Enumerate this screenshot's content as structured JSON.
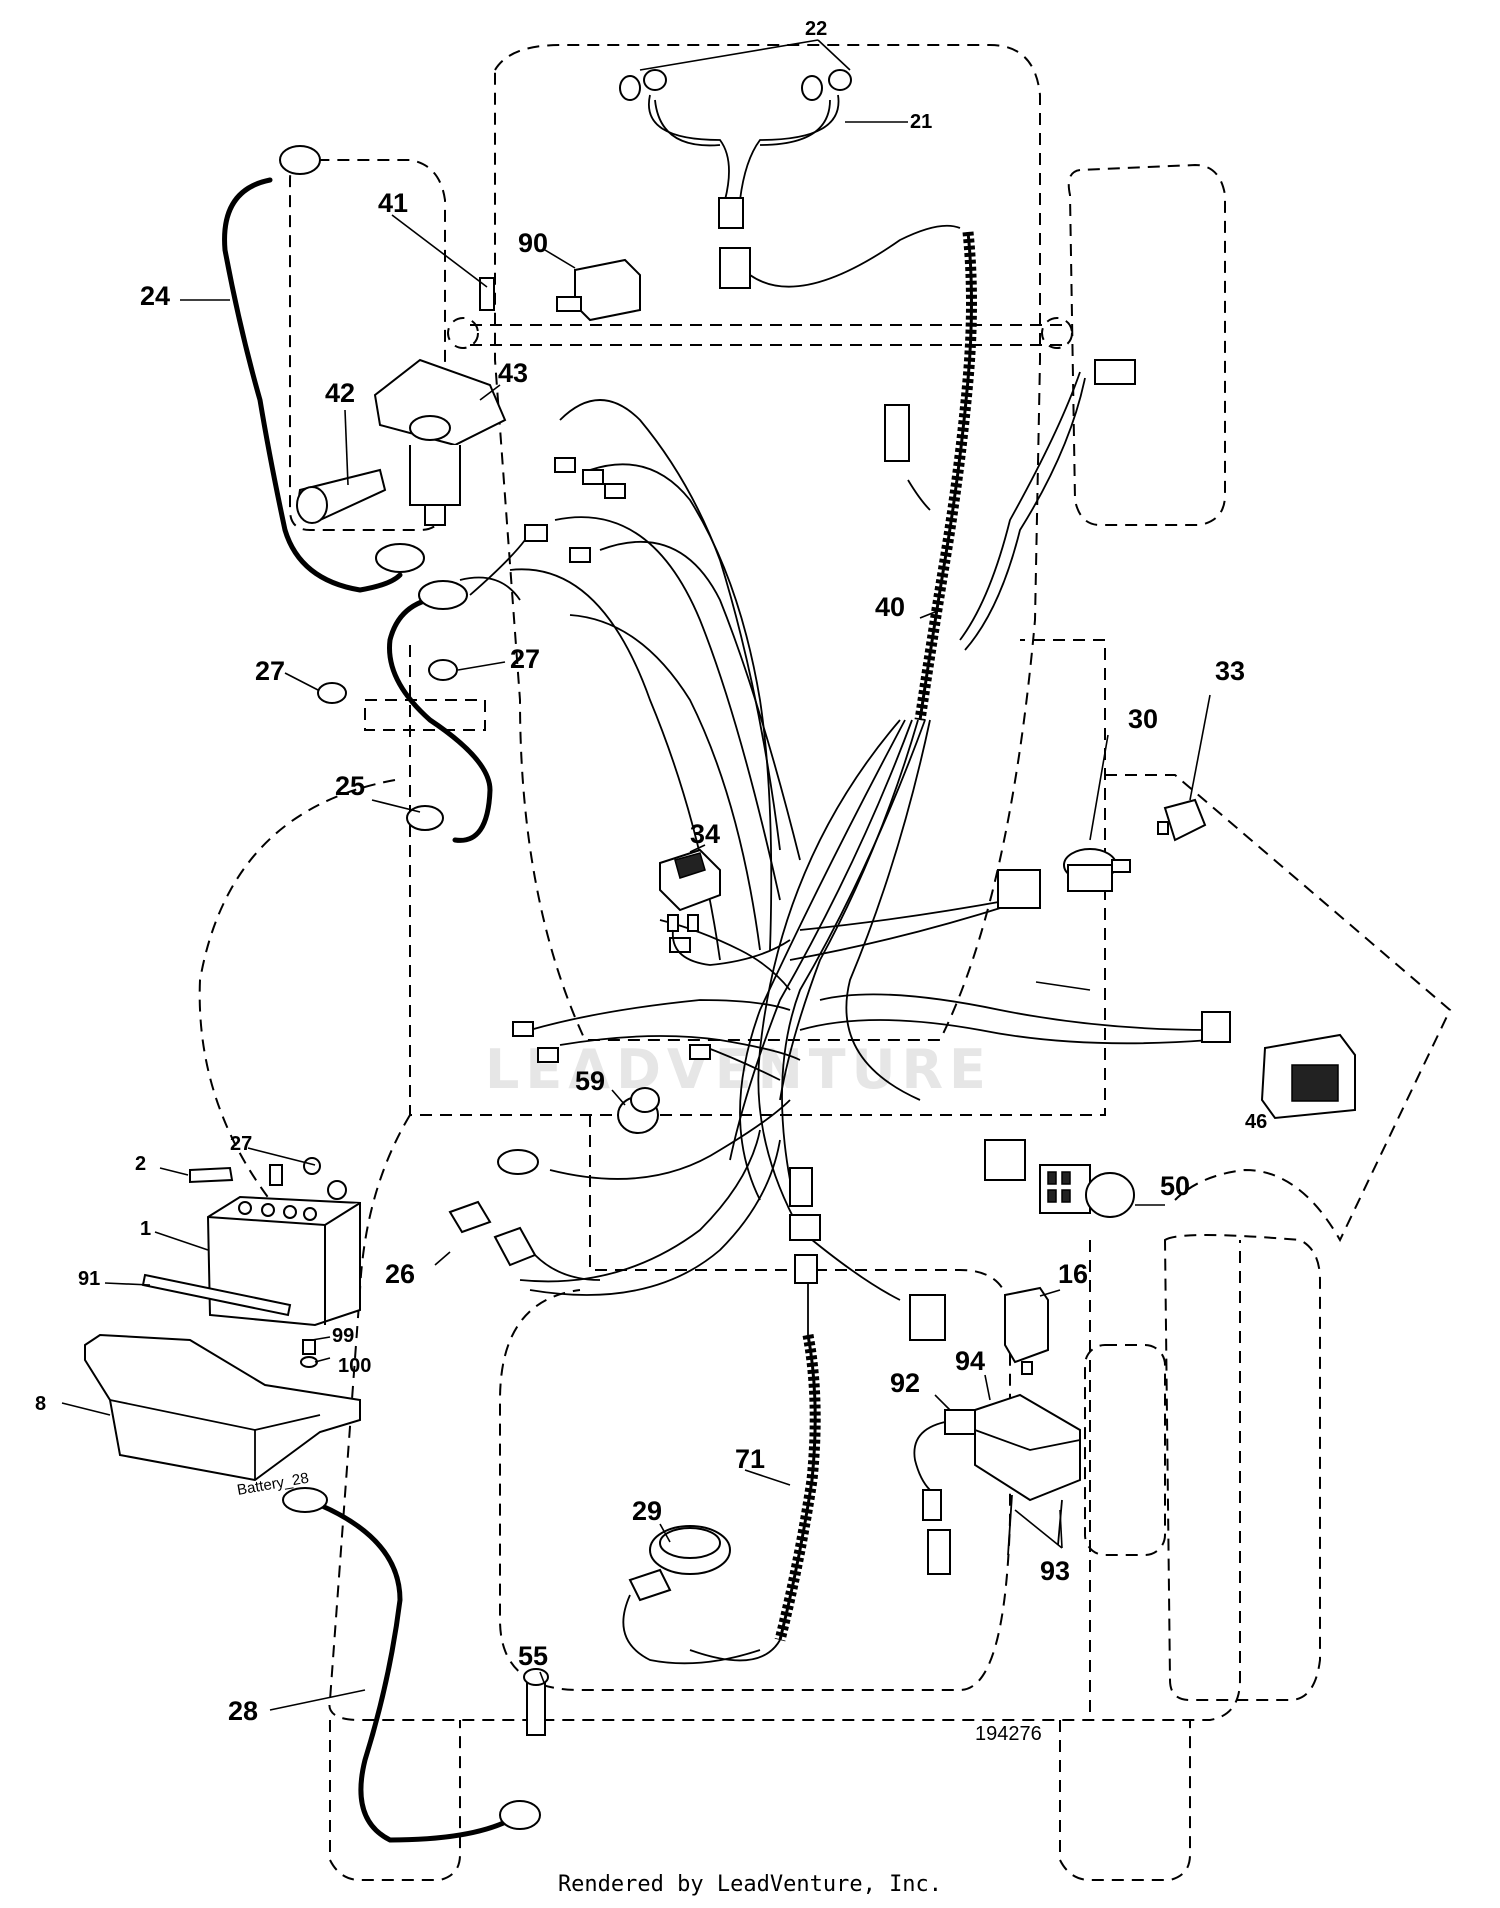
{
  "diagram": {
    "watermark": "LEADVENTURE",
    "drawing_number": "194276",
    "footer": "Rendered by LeadVenture, Inc.",
    "battery_box_text": "Battery_28",
    "callouts": {
      "c1": "1",
      "c2": "2",
      "c8": "8",
      "c16": "16",
      "c21": "21",
      "c22": "22",
      "c24": "24",
      "c25": "25",
      "c26": "26",
      "c27a": "27",
      "c27b": "27",
      "c27c": "27",
      "c28": "28",
      "c29": "29",
      "c30": "30",
      "c33": "33",
      "c34": "34",
      "c40": "40",
      "c41": "41",
      "c42": "42",
      "c43": "43",
      "c46": "46",
      "c50": "50",
      "c55": "55",
      "c59": "59",
      "c71": "71",
      "c90": "90",
      "c91": "91",
      "c92": "92",
      "c93": "93",
      "c94": "94",
      "c99": "99",
      "c100": "100"
    }
  }
}
